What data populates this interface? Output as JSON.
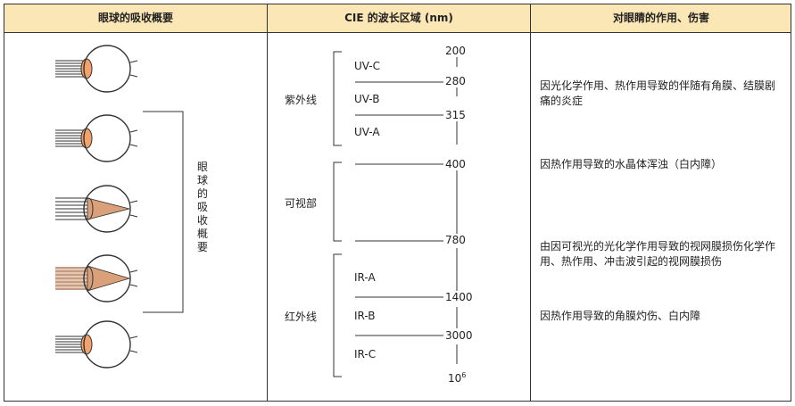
{
  "headers": {
    "col1": "眼球的吸收概要",
    "col2": "CIE 的波长区域 (nm)",
    "col3": "对眼睛的作用、伤害"
  },
  "side_label": "眼球的吸收概要",
  "groups": {
    "uv": "紫外线",
    "visible": "可视部",
    "ir": "红外线"
  },
  "bands": {
    "uvc": "UV-C",
    "uvb": "UV-B",
    "uva": "UV-A",
    "ira": "IR-A",
    "irb": "IR-B",
    "irc": "IR-C"
  },
  "wavelengths": {
    "w200": "200",
    "w280": "280",
    "w315": "315",
    "w400": "400",
    "w780": "780",
    "w1400": "1400",
    "w3000": "3000",
    "w_max_base": "10",
    "w_max_exp": "6"
  },
  "effects": {
    "uv": "因光化学作用、热作用导致的伴随有角膜、结膜剧痛的炎症",
    "visible_lens": "因热作用导致的水晶体浑浊（白内障）",
    "visible_retina": "由因可视光的光化学作用导致的视网膜损伤化学作用、热作用、冲击波引起的视网膜损伤",
    "ir": "因热作用导致的角膜灼伤、白内障"
  },
  "colors": {
    "header_bg": "#fbe7b6",
    "absorb": "#f2a36b",
    "ray_fill": "#d9a07a",
    "line": "#333333"
  }
}
